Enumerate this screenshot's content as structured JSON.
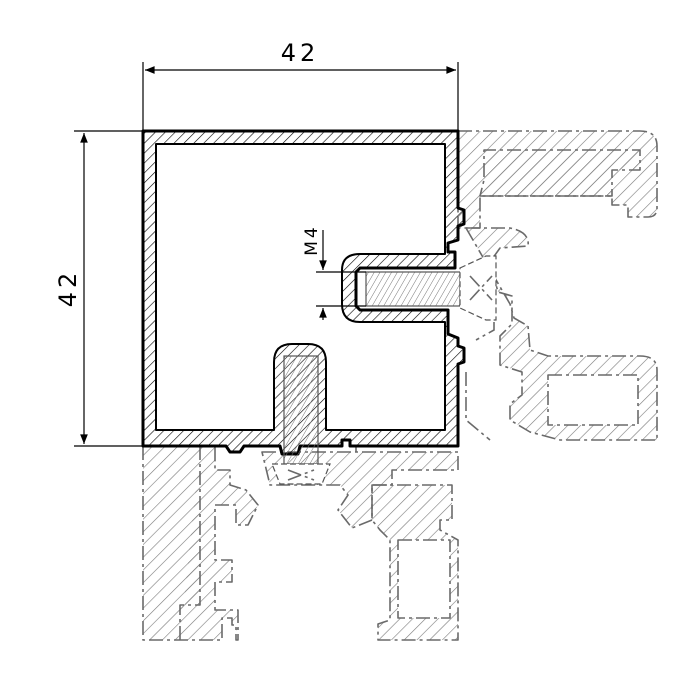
{
  "dimensions": {
    "width_label": "42",
    "height_label": "42",
    "thread_label": "M4"
  },
  "colors": {
    "line": "#000000",
    "ghost": "#6a6a6a",
    "background": "#ffffff"
  }
}
